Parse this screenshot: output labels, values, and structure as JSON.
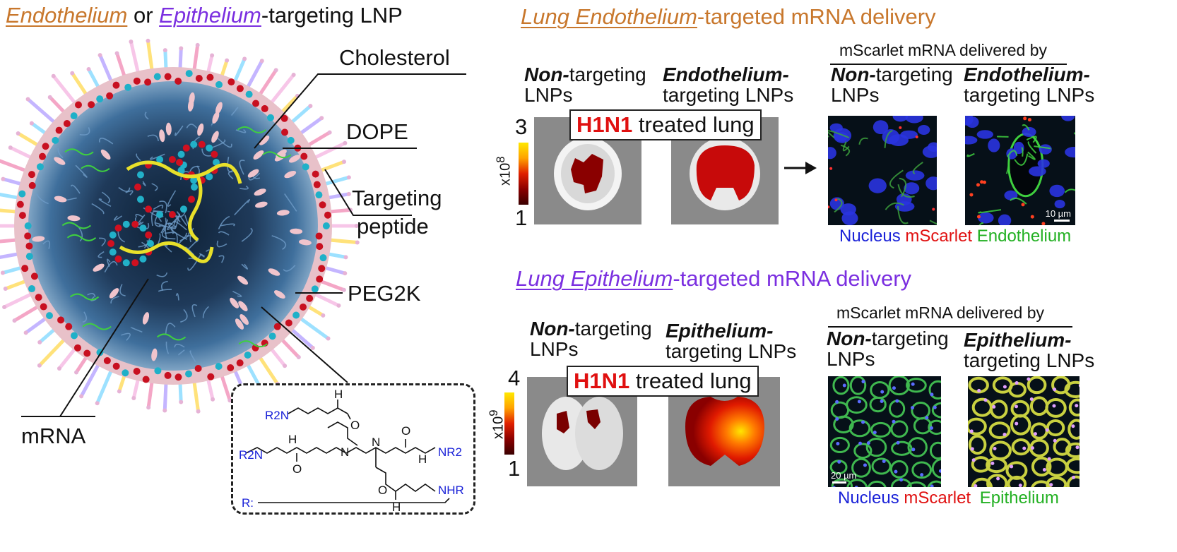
{
  "left": {
    "title": {
      "part1": "Endothelium",
      "part2": " or ",
      "part3": "Epithelium",
      "part4": "-targeting LNP"
    },
    "labels": {
      "cholesterol": "Cholesterol",
      "dope": "DOPE",
      "peptide1": "Targeting",
      "peptide2": "peptide",
      "peg": "PEG2K",
      "mrna": "mRNA"
    },
    "structure": {
      "r2n_top": "R2N",
      "r2n_left": "R2N",
      "nr2_right": "NR2",
      "nhr": "NHR",
      "r_label": "R:",
      "n_center": "N",
      "n_lower": "N",
      "h1": "H",
      "h2": "H",
      "h3": "H",
      "h4": "H",
      "o1": "O",
      "o2": "O",
      "o3": "O",
      "o4": "O"
    }
  },
  "endo": {
    "title_a": "Lung Endothelium",
    "title_b": "-targeted mRNA delivery",
    "non_bold": "Non-",
    "non_rest": "targeting",
    "non_line2": "LNPs",
    "target_bold": "Endothelium-",
    "target_line2": "targeting LNPs",
    "badge_red": "H1N1",
    "badge_rest": " treated lung",
    "scale_max": "3",
    "scale_min": "1",
    "scale_unit": "x10^8",
    "micro_header": "mScarlet mRNA delivered by",
    "scalebar": "10 µm",
    "legend_nucleus": "Nucleus",
    "legend_mscarlet": "mScarlet",
    "legend_marker": "Endothelium"
  },
  "epi": {
    "title_a": "Lung Epithelium",
    "title_b": "-targeted mRNA delivery",
    "non_bold": "Non-",
    "non_rest": "targeting",
    "non_line2": "LNPs",
    "target_bold": "Epithelium-",
    "target_line2": "targeting LNPs",
    "badge_red": "H1N1",
    "badge_rest": " treated lung",
    "scale_max": "4",
    "scale_min": "1",
    "scale_unit": "x10^9",
    "micro_header": "mScarlet mRNA delivered by",
    "scalebar": "20 µm",
    "legend_nucleus": "Nucleus",
    "legend_mscarlet": "mScarlet",
    "legend_marker": "Epithelium"
  },
  "colors": {
    "endothelium": "#c8772c",
    "epithelium": "#7b2fe0",
    "h1n1": "#e01010",
    "nucleus": "#1a22d8",
    "marker": "#22b022"
  },
  "icons": {
    "arrow": "right-arrow-icon"
  }
}
